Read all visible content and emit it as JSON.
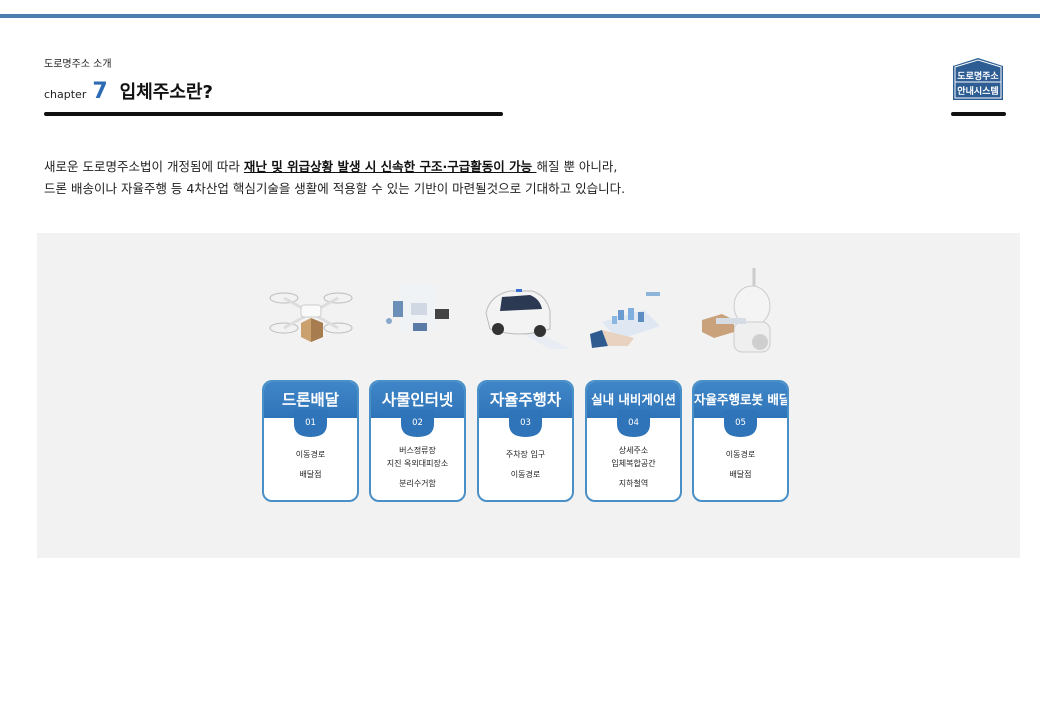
{
  "header": {
    "section_label": "도로명주소 소개",
    "chapter_word": "chapter",
    "chapter_number": "7",
    "chapter_title": "입체주소란?"
  },
  "logo": {
    "line1": "도로명주소",
    "line2": "안내시스템",
    "color": "#2d5d93"
  },
  "intro": {
    "line1_pre": "새로운 도로명주소법이 개정됨에 따라 ",
    "line1_highlight": "재난 및 위급상황 발생 시 신속한 구조·구급활동이 가능 ",
    "line1_post": "해질 뿐 아니라,",
    "line2": "드론 배송이나 자율주행 등 4차산업 핵심기술을 생활에 적용할 수 있는 기반이 마련될것으로 기대하고 있습니다."
  },
  "cards": [
    {
      "title": "드론배달",
      "number": "01",
      "items": [
        "이동경로",
        "배달점"
      ],
      "icon": "drone-delivery-icon"
    },
    {
      "title": "사물인터넷",
      "number": "02",
      "items": [
        "버스정류장",
        "지진 옥외대피장소",
        "분리수거함"
      ],
      "icon": "iot-devices-icon"
    },
    {
      "title": "자율주행차",
      "number": "03",
      "items": [
        "주차장 입구",
        "이동경로"
      ],
      "icon": "autonomous-car-icon"
    },
    {
      "title": "실내 내비게이션",
      "number": "04",
      "items": [
        "상세주소",
        "입체복합공간",
        "지하철역"
      ],
      "icon": "indoor-navigation-icon"
    },
    {
      "title": "자율주행로봇 배달",
      "number": "05",
      "items": [
        "이동경로",
        "배달점"
      ],
      "icon": "delivery-robot-icon"
    }
  ],
  "colors": {
    "accent": "#2f74b8",
    "top_bar": "#4e7eb0",
    "panel_bg": "#f2f2f2"
  }
}
